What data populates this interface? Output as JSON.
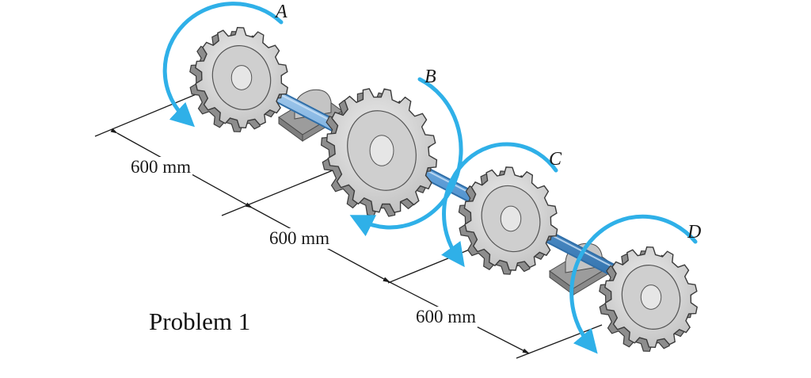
{
  "gears": [
    {
      "label": "A"
    },
    {
      "label": "B"
    },
    {
      "label": "C"
    },
    {
      "label": "D"
    }
  ],
  "dimensions": [
    {
      "text": "600 mm"
    },
    {
      "text": "600 mm"
    },
    {
      "text": "600 mm"
    }
  ],
  "caption": "Problem 1",
  "colors": {
    "shaft": "#5b9bd5",
    "shaft_dark": "#2f6ea8",
    "torque_arrow": "#2fb0e8",
    "gear_fill": "#d9d9d9",
    "gear_outline": "#3a3a3a",
    "bearing": "#b0b0b0"
  }
}
